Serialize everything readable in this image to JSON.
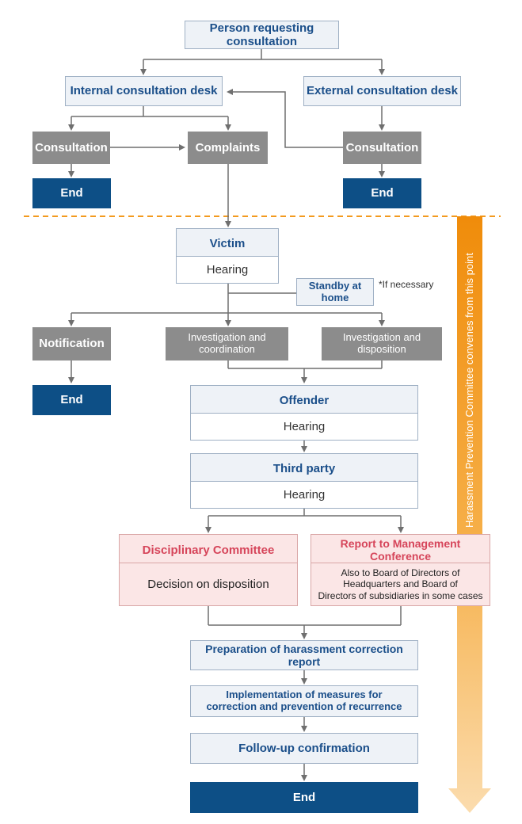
{
  "nodes": {
    "person": "Person requesting consultation",
    "internal_desk": "Internal consultation desk",
    "external_desk": "External consultation desk",
    "consultation_left": "Consultation",
    "complaints": "Complaints",
    "consultation_right": "Consultation",
    "end_1": "End",
    "end_2": "End",
    "victim": "Victim",
    "victim_hearing": "Hearing",
    "standby": "Standby at home",
    "if_necessary": "*If necessary",
    "notification": "Notification",
    "investigation_coordination": "Investigation and coordination",
    "investigation_disposition": "Investigation and disposition",
    "end_3": "End",
    "offender": "Offender",
    "offender_hearing": "Hearing",
    "third_party": "Third party",
    "third_party_hearing": "Hearing",
    "disciplinary_committee": "Disciplinary Committee",
    "decision_on_disposition": "Decision on disposition",
    "report_management": "Report to Management Conference",
    "report_note_1": "Also to Board of Directors of",
    "report_note_2": "Headquarters and Board of",
    "report_note_3": "Directors of subsidiaries in some cases",
    "preparation": "Preparation of harassment correction report",
    "implementation_1": "Implementation of measures for",
    "implementation_2": "correction and prevention of recurrence",
    "follow_up": "Follow-up confirmation",
    "end_final": "End"
  },
  "committee_label": "Harassment Prevention Committee convenes from this point",
  "colors": {
    "navy": "#0d4f86",
    "gray": "#8c8c8c",
    "light_fill": "#eef2f7",
    "pink_fill": "#fbe6e6",
    "pink_text": "#d6455a",
    "orange": "#f39a1e"
  }
}
